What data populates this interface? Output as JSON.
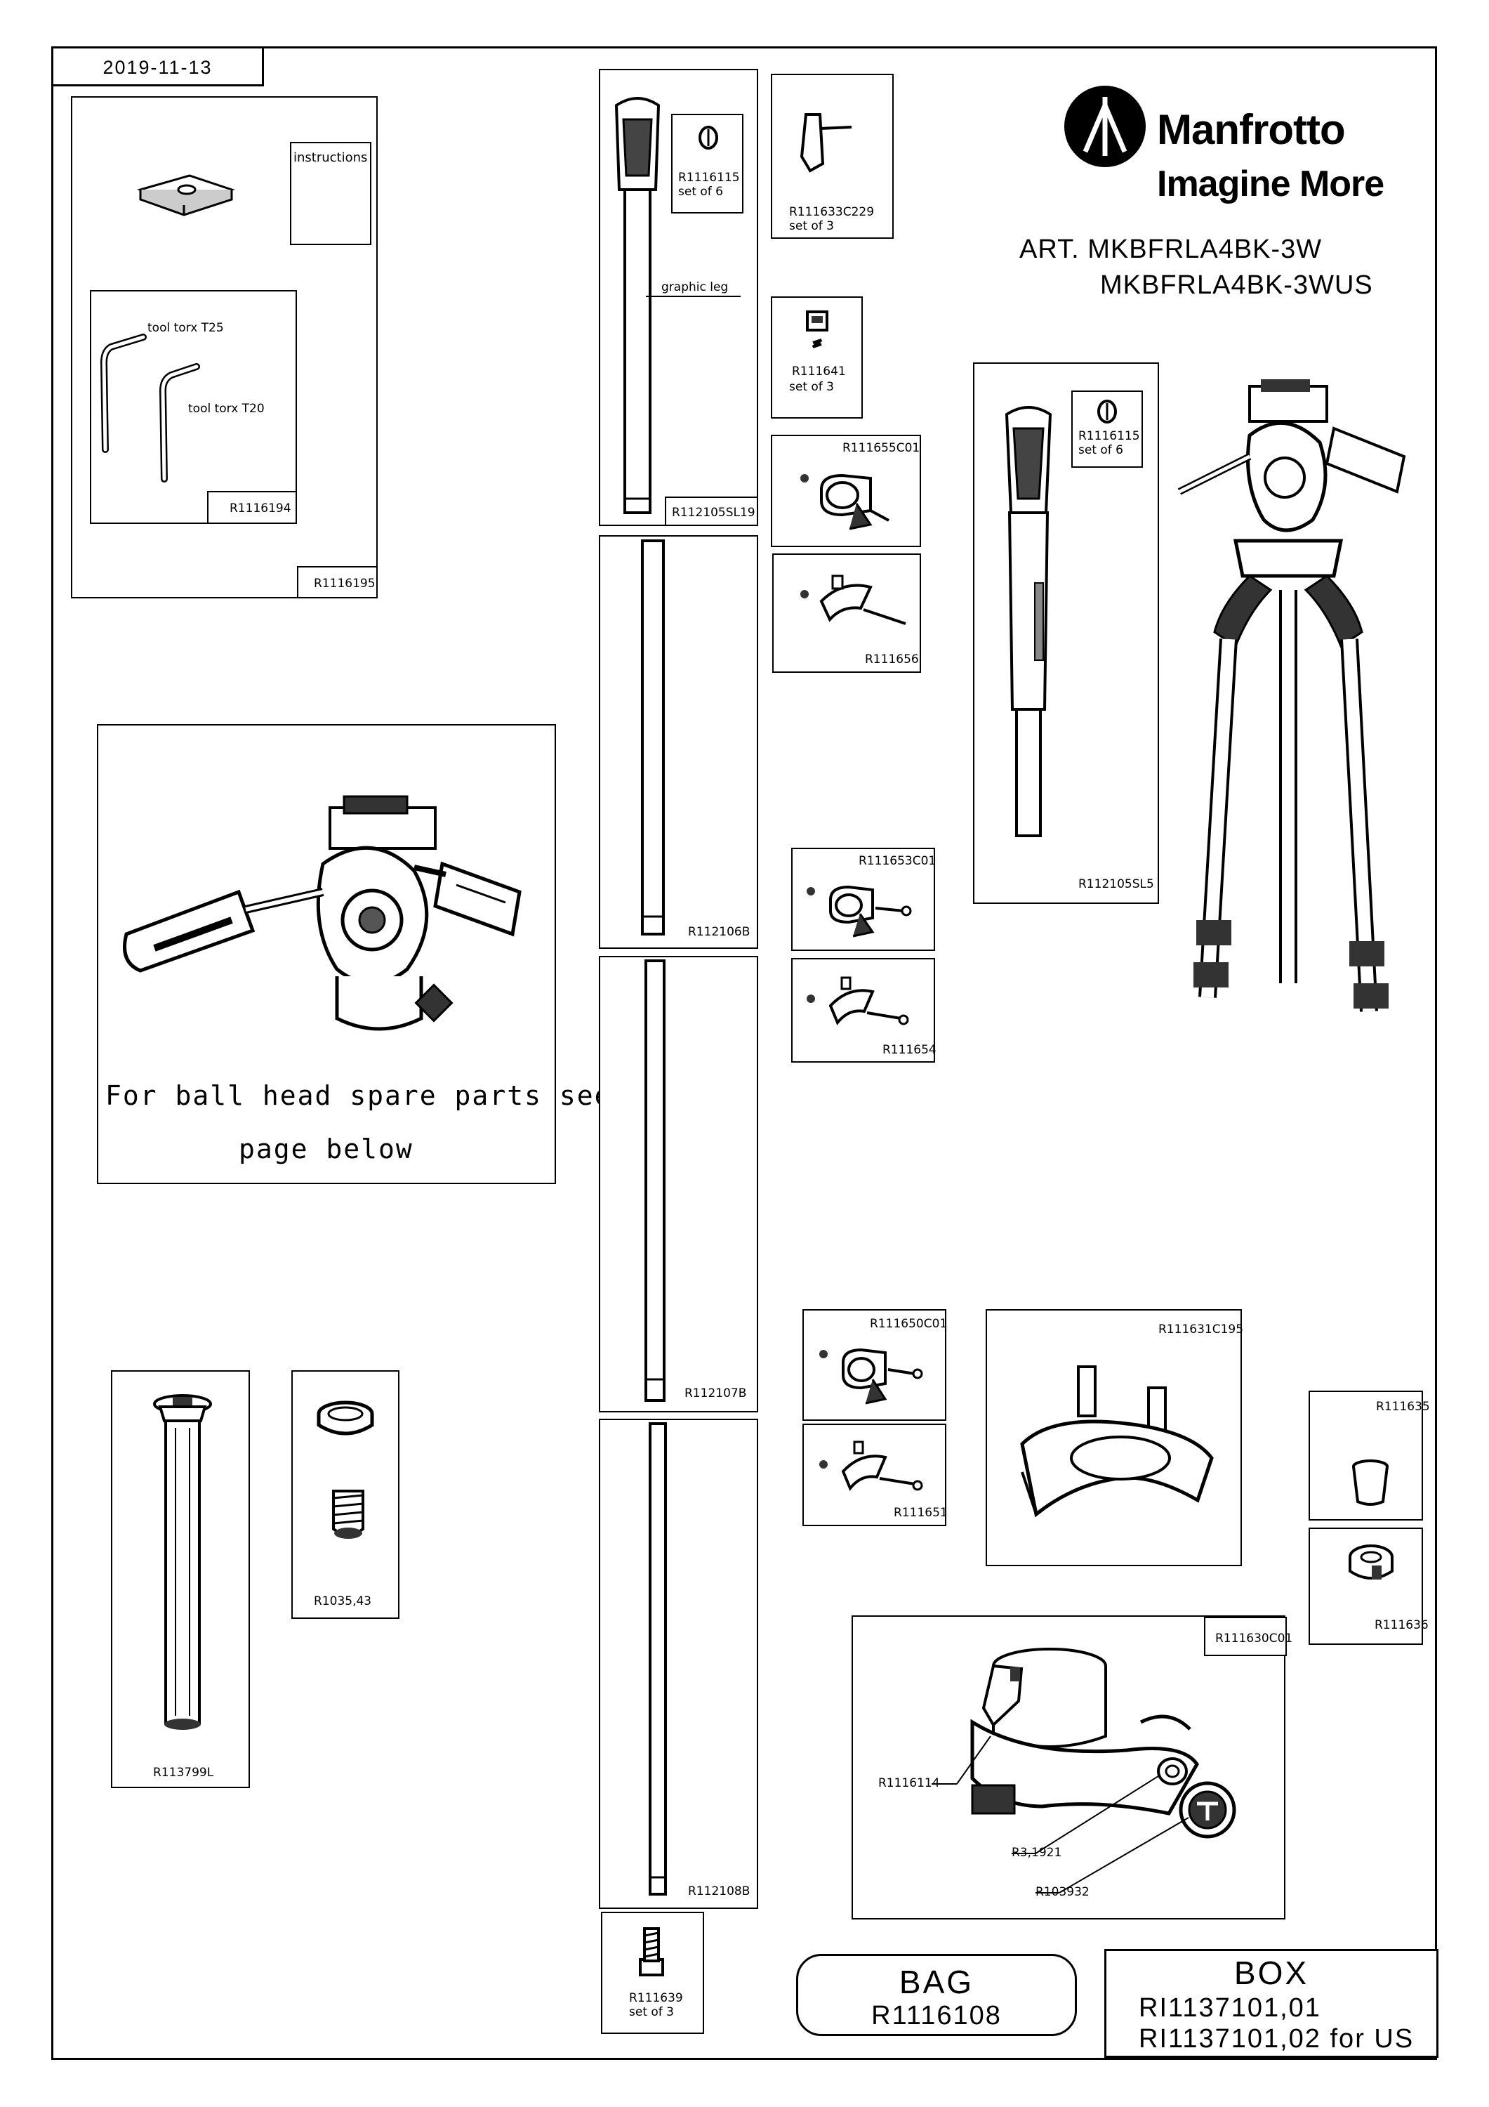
{
  "header": {
    "date": "2019-11-13"
  },
  "brand": {
    "name": "Manfrotto",
    "tagline": "Imagine More",
    "art_prefix": "ART. MKBFRLA4BK-3W",
    "art_second": "MKBFRLA4BK-3WUS"
  },
  "parts": {
    "instructions": "instructions",
    "tool_t25": "tool torx T25",
    "tool_t20": "tool torx T20",
    "r1116194": "R1116194",
    "r1116195": "R1116195",
    "r1116115_a": "R1116115",
    "r1116115_a_set": "set of 6",
    "graphic_leg": "graphic leg",
    "r112105sl19": "R112105SL19",
    "r111633c229": "R111633C229",
    "r111633c229_set": "set of 3",
    "r111641": "R111641",
    "r111641_set": "set of 3",
    "r111655c01": "R111655C01",
    "r111656": "R111656",
    "r1116115_b": "R1116115",
    "r1116115_b_set": "set of 6",
    "r112105sl5": "R112105SL5",
    "r112106b": "R112106B",
    "r111653c01": "R111653C01",
    "r111654": "R111654",
    "r112107b": "R112107B",
    "r112108b": "R112108B",
    "r111639": "R111639",
    "r111639_set": "set of 3",
    "r111650c01": "R111650C01",
    "r111651": "R111651",
    "r111631c195": "R111631C195",
    "r111635": "R111635",
    "r111636": "R111636",
    "r111630c01": "R111630C01",
    "r1116114": "R1116114",
    "r3_1921": "R3,1921",
    "r103932": "R103932",
    "r113799l": "R113799L",
    "r1035_43": "R1035,43"
  },
  "head_note": {
    "line1": "For ball head spare parts see",
    "line2": "page below"
  },
  "bag": {
    "title": "BAG",
    "code": "R1116108"
  },
  "box": {
    "title": "BOX",
    "code1": "RI1137101,01",
    "code2": "RI1137101,02 for US"
  }
}
